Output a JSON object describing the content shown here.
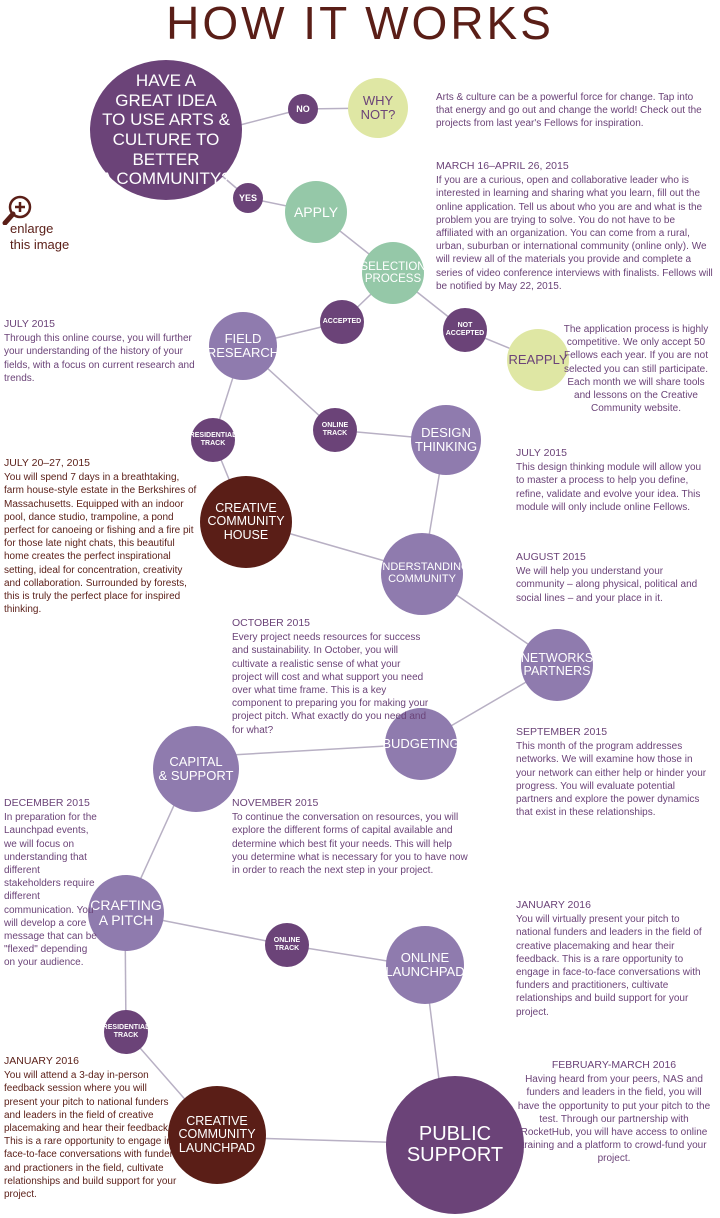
{
  "title": "HOW IT WORKS",
  "enlarge": {
    "line1": "enlarge",
    "line2": "this image"
  },
  "nodes": {
    "idea": "Have a\nGREAT IDEA\nto use ARTS &\nCULTURE to better\na COMMUNITY?",
    "why_not": "WHY\nNOT?",
    "apply": "APPLY",
    "selection": "SELECTION\nPROCESS",
    "reapply": "REAPPLY",
    "field_research": "FIELD\nRESEARCH",
    "design_thinking": "DESIGN\nTHINKING",
    "creative_house": "CREATIVE\nCOMMUNITY\nHOUSE",
    "understanding": "UNDERSTANDING\nCOMMUNITY",
    "networks": "NETWORKS\nPARTNERS",
    "budgeting": "BUDGETING",
    "capital": "CAPITAL\n& SUPPORT",
    "crafting": "CRAFTING\nA PITCH",
    "online_launchpad": "ONLINE\nLAUNCHPAD",
    "creative_launchpad": "CREATIVE\nCOMMUNITY\nLAUNCHPAD",
    "public_support": "PUBLIC\nSUPPORT"
  },
  "badges": {
    "no": "NO",
    "yes": "YES",
    "accepted": "ACCEPTED",
    "not_accepted": "NOT\nACCEPTED",
    "residential_1": "RESIDENTIAL\nTRACK",
    "online_1": "ONLINE\nTRACK",
    "online_2": "ONLINE\nTRACK",
    "residential_2": "RESIDENTIAL\nTRACK"
  },
  "texts": {
    "why_not": {
      "body": "Arts & culture can be a powerful force for change. Tap into that energy and go out and change the world! Check out the projects from last year's Fellows for inspiration."
    },
    "apply": {
      "head": "MARCH 16–APRIL 26, 2015",
      "body": "If you are a curious, open and collaborative leader who is interested in learning and sharing what you learn, fill out the online application. Tell us about who you are and what is the problem you are trying to solve. You do not have to be affiliated with an organization. You can come from a rural, urban, suburban or international community (online only). We will review all of the materials you provide and complete a series of video conference interviews with finalists. Fellows will be notified by May 22, 2015."
    },
    "field_research": {
      "head": "JULY 2015",
      "body": "Through this online course, you will further your understanding of the history of your fields, with a focus on current research and trends."
    },
    "reapply": {
      "body": "The application process is highly competitive. We only accept 50 Fellows each year. If you are not selected you can still participate. Each month we will share tools and lessons on the Creative Community website."
    },
    "creative_house": {
      "head": "JULY 20–27, 2015",
      "body": "You will spend 7 days in a breathtaking, farm house-style estate in the Berkshires of Massachusetts. Equipped with an indoor pool, dance studio, trampoline, a pond perfect for canoeing or fishing and a fire pit for those late night chats, this beautiful home creates the perfect inspirational setting, ideal for concentration, creativity and collaboration. Surrounded by forests, this is truly the perfect place for inspired thinking."
    },
    "design_thinking": {
      "head": "JULY 2015",
      "body": "This design thinking module will allow you to master a process to help you define, refine, validate and evolve your idea. This module will only include online Fellows."
    },
    "understanding": {
      "head": "AUGUST 2015",
      "body": "We will help you understand your community – along physical, political and social lines – and your place in it."
    },
    "budgeting": {
      "head": "OCTOBER 2015",
      "body": "Every project needs resources for success and sustainability. In October, you will cultivate a realistic sense of what your project will cost and what support you need over what time frame. This is a key component to preparing you for making your project pitch. What exactly do you need and for what?"
    },
    "networks": {
      "head": "SEPTEMBER 2015",
      "body": "This month of the program addresses networks. We will examine how those in your network can either help or hinder your progress. You will evaluate potential partners and explore the power dynamics that exist in these relationships."
    },
    "crafting": {
      "head": "DECEMBER 2015",
      "body": "In preparation for the Launchpad events, we will focus on understanding that different stakeholders require different communication. You will develop a core message that can be \"flexed\" depending on your audience."
    },
    "capital": {
      "head": "NOVEMBER 2015",
      "body": "To continue the conversation on resources, you will explore the different forms of capital available and determine which best fit your needs. This will help you determine what is necessary for you to have now in order to reach the next step in your project."
    },
    "online_launchpad": {
      "head": "JANUARY 2016",
      "body": "You will virtually present your pitch to national funders and leaders in the field of creative placemaking and hear their feedback. This is a rare opportunity to engage in face-to-face conversations with funders and practitioners, cultivate relationships and build support for your project."
    },
    "creative_launchpad": {
      "head": "JANUARY 2016",
      "body": "You will attend a 3-day in-person feedback session where you will present your pitch to national funders and leaders in the field of creative placemaking and hear their feedback. This is a rare opportunity to engage in face-to-face conversations with funders and practioners in the field, cultivate relationships and build support for your project."
    },
    "public_support": {
      "head": "FEBRUARY-MARCH 2016",
      "body": "Having heard from your peers, NAS and funders and leaders in the field, you will have the opportunity to put your pitch to the test. Through our partnership with RocketHub, you will have access to online training and a platform to crowd-fund your project."
    }
  },
  "colors": {
    "purple": "#8f7bae",
    "dark_purple": "#6b4378",
    "green": "#95c8a8",
    "lime": "#dfe7a4",
    "brown": "#5a1e17",
    "line": "#b8b0c4"
  }
}
